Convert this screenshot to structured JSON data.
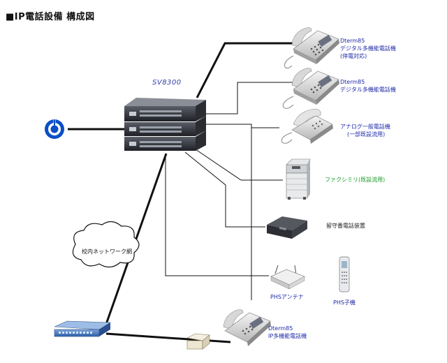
{
  "title": "■IP電話設備 構成図",
  "server": {
    "label": "SV8300"
  },
  "network": {
    "label": "校内ネットワーク網"
  },
  "devices": {
    "phone1": {
      "line1": "Dterm85",
      "line2": "デジタル多機能電話機",
      "line3": "(停電対応)"
    },
    "phone2": {
      "line1": "Dterm85",
      "line2": "デジタル多機能電話機"
    },
    "analog": {
      "line1": "アナログ一般電話機",
      "line2": "(一部既設流用)"
    },
    "fax": {
      "line1": "ファクシミリ(既設流用)"
    },
    "answering": {
      "line1": "留守番電話装置"
    },
    "phs_antenna": {
      "line1": "PHSアンテナ"
    },
    "phs_handset": {
      "line1": "PHS子機"
    },
    "ip_phone": {
      "line1": "Dterm85",
      "line2": "IP多機能電話機"
    }
  },
  "colors": {
    "label_blue": "#1e2aa8",
    "label_green": "#1a9a2a",
    "line": "#111111",
    "logo_blue": "#0a4fc8"
  }
}
